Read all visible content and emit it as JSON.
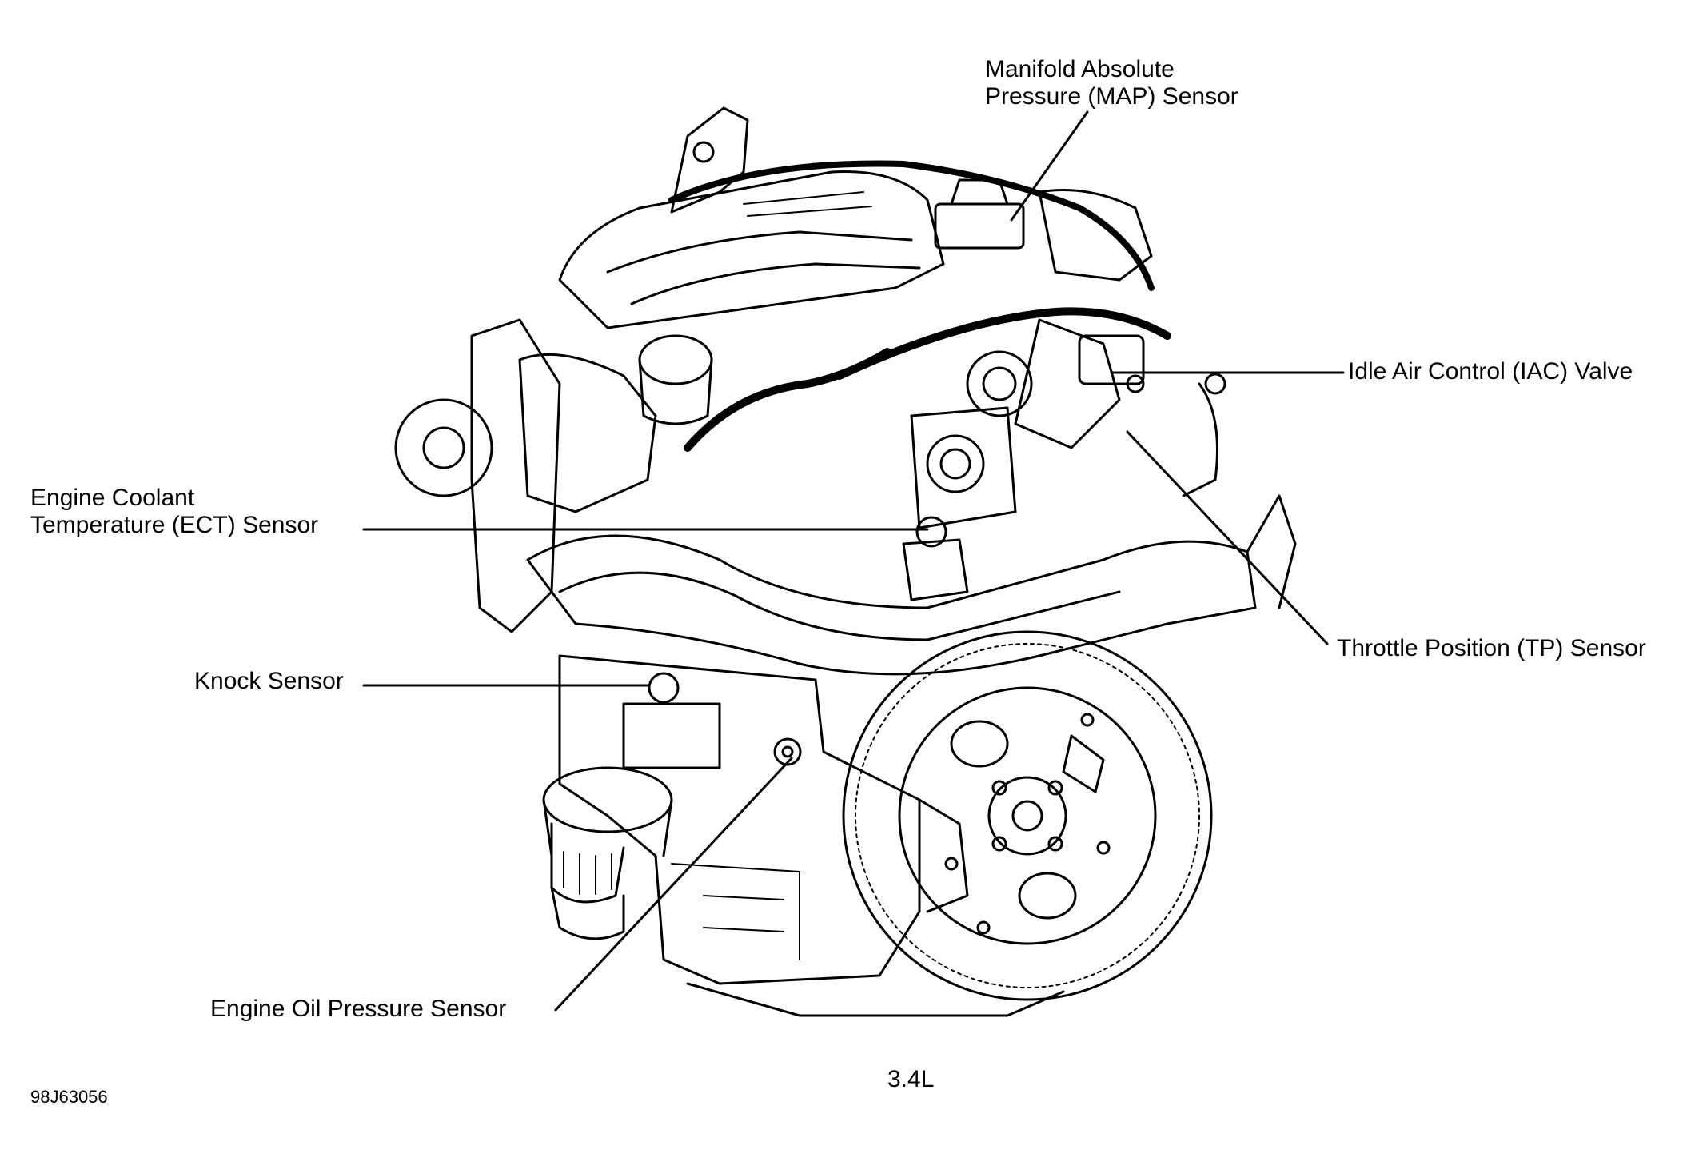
{
  "labels": {
    "map_sensor_line1": "Manifold Absolute",
    "map_sensor_line2": "Pressure (MAP) Sensor",
    "iac_valve": "Idle Air Control (IAC) Valve",
    "ect_sensor_line1": "Engine Coolant",
    "ect_sensor_line2": "Temperature (ECT) Sensor",
    "tp_sensor": "Throttle Position (TP) Sensor",
    "knock_sensor": "Knock Sensor",
    "oil_pressure_sensor": "Engine Oil Pressure Sensor"
  },
  "caption": "3.4L",
  "figure_id": "98J63056",
  "colors": {
    "ink": "#000000",
    "paper": "#ffffff"
  }
}
